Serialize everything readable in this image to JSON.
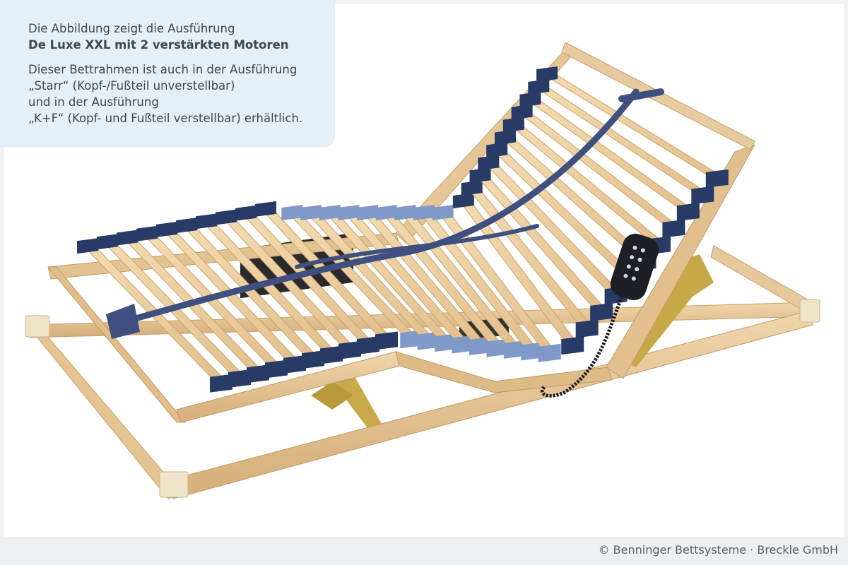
{
  "info": {
    "line1": "Die Abbildung zeigt die Ausführung",
    "line2": "De Luxe XXL mit 2 verstärkten Motoren",
    "line3": "Dieser Bettrahmen ist auch in der Ausführung",
    "line4": "„Starr“ (Kopf-/Fußteil unverstellbar)",
    "line5": "und in der Ausführung",
    "line6": "„K+F“ (Kopf- und Fußteil verstellbar) erhältlich."
  },
  "footer": {
    "copyright": "© Benninger Bettsysteme · Breckle GmbH"
  },
  "colors": {
    "info_background": "#e4eff8",
    "wood": "#e6c79a",
    "slat": "#edd3a5",
    "dark_cap": "#283a66",
    "light_cap": "#7f99c9",
    "footer_background": "#eeeff0"
  },
  "image": {
    "subject": "adjustable slatted bed frame",
    "icons": [
      "remote-control-icon"
    ]
  }
}
